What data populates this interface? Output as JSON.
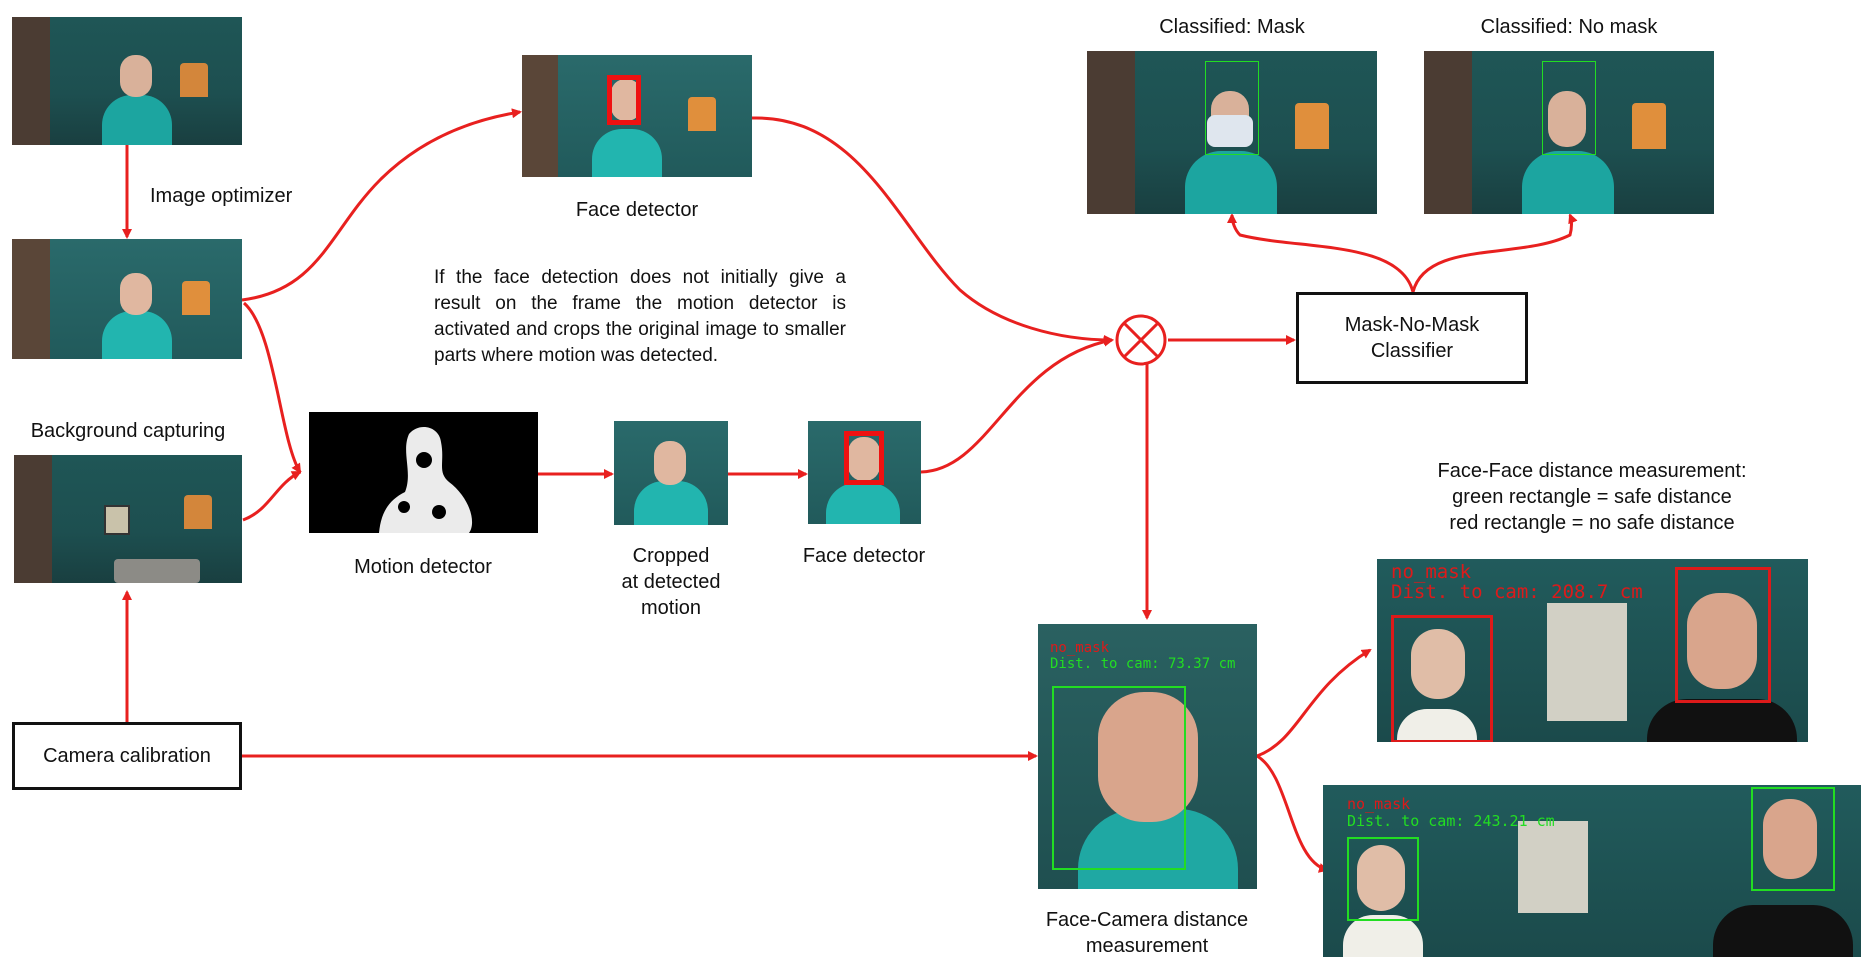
{
  "labels": {
    "image_optimizer": "Image optimizer",
    "background_capturing": "Background capturing",
    "face_detector_top": "Face detector",
    "face_detector_bottom": "Face detector",
    "motion_detector": "Motion detector",
    "cropped": [
      "Cropped",
      "at detected",
      "motion"
    ],
    "classified_mask": "Classified: Mask",
    "classified_no_mask": "Classified: No mask",
    "face_camera": [
      "Face-Camera distance",
      "measurement"
    ],
    "face_face": [
      "Face-Face distance measurement:",
      "green rectangle = safe distance",
      "red rectangle = no safe distance"
    ]
  },
  "boxes": {
    "classifier": [
      "Mask-No-Mask",
      "Classifier"
    ],
    "camera_calibration": "Camera calibration"
  },
  "note": "If the face detection does not initially give a result on the frame the motion detector is activated and crops the original image to smaller parts where motion was detected.",
  "overlays": {
    "face_camera_status": "no_mask",
    "face_camera_dist": "Dist. to cam: 73.37 cm",
    "face_face_status": "no_mask",
    "face_face_dist": "Dist. to cam: 208.7 cm",
    "face_face2_status": "no_mask",
    "face_face2_dist": "Dist. to cam: 243.21 cm"
  },
  "colors": {
    "arrow": "#e8201f",
    "safe": "#22dd22",
    "unsafe": "#dd1a1a"
  }
}
